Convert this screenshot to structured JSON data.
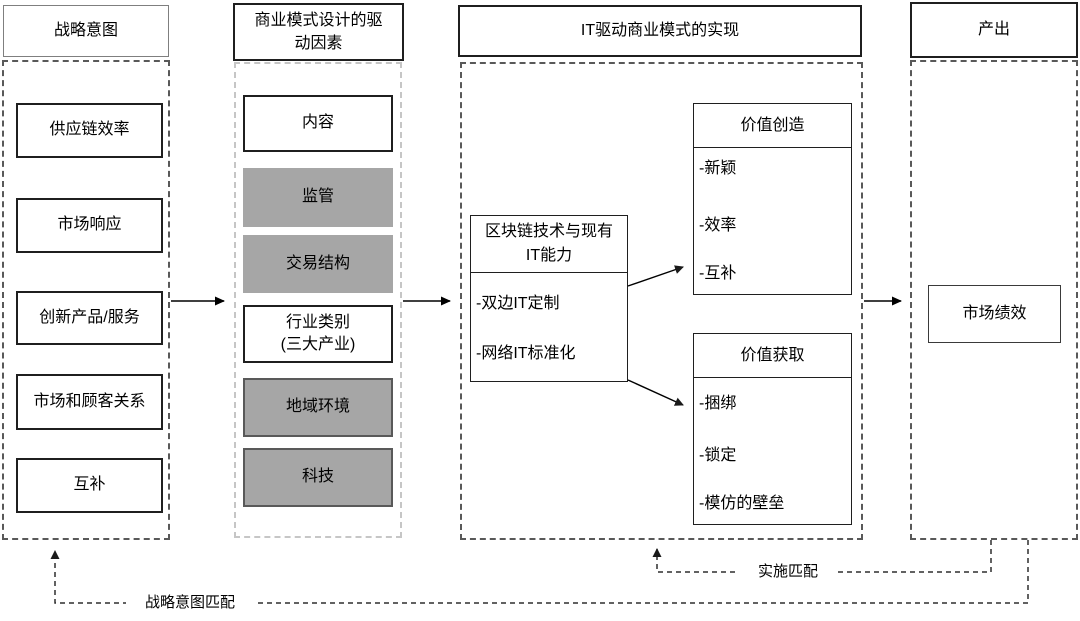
{
  "diagram_type": "flowchart",
  "colors": {
    "gray_fill": "#a6a6a6",
    "gray_box_border": "#595959",
    "dark_dash": "#595959",
    "light_dash": "#c6c6c6",
    "line_color": "#000000"
  },
  "strategic_intent": {
    "header": "战略意图",
    "items": [
      "供应链效率",
      "市场响应",
      "创新产品/服务",
      "市场和顾客关系",
      "互补"
    ]
  },
  "drivers": {
    "header_line1": "商业模式设计的驱",
    "header_line2": "动因素",
    "items": [
      {
        "label": "内容",
        "style": "white"
      },
      {
        "label": "监管",
        "style": "gray"
      },
      {
        "label": "交易结构",
        "style": "gray"
      },
      {
        "label_line1": "行业类别",
        "label_line2": "(三大产业)",
        "style": "white"
      },
      {
        "label": "地域环境",
        "style": "gray-bordered"
      },
      {
        "label": "科技",
        "style": "gray-bordered"
      }
    ]
  },
  "it_realization": {
    "header": "IT驱动商业模式的实现",
    "blockchain": {
      "title_line1": "区块链技术与现有",
      "title_line2": "IT能力",
      "items": [
        "-双边IT定制",
        "-网络IT标准化"
      ]
    },
    "value_creation": {
      "title": "价值创造",
      "items": [
        "-新颖",
        "-效率",
        "-互补"
      ]
    },
    "value_capture": {
      "title": "价值获取",
      "items": [
        "-捆绑",
        "-锁定",
        "-模仿的壁垒"
      ]
    }
  },
  "output": {
    "header": "产出",
    "market_performance": "市场绩效"
  },
  "feedback": {
    "implementation_fit": "实施匹配",
    "strategic_intent_fit": "战略意图匹配"
  }
}
